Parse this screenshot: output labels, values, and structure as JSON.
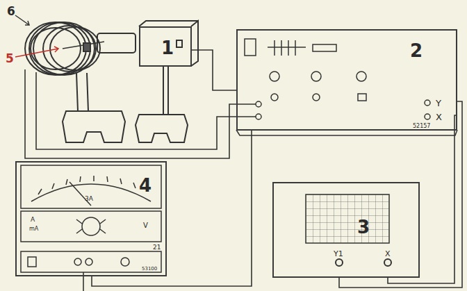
{
  "diagram": {
    "nodes": [
      {
        "text": [
          "1"
        ]
      },
      {
        "text": [
          "2",
          "Y",
          "X",
          "52157"
        ]
      },
      {
        "text": [
          "3",
          "Y1",
          "X"
        ]
      },
      {
        "text": [
          "4",
          "3A",
          "A",
          "mA",
          "V",
          "21",
          "53100"
        ]
      }
    ],
    "edges": [
      {
        "from": 0,
        "to": 1,
        "arrow": "none"
      },
      {
        "from": 1,
        "to": 2,
        "arrow": "none"
      },
      {
        "from": 1,
        "to": 2,
        "arrow": "none"
      },
      {
        "from": 3,
        "to": 1,
        "arrow": "none"
      }
    ],
    "labels": [
      "6",
      "5"
    ]
  }
}
